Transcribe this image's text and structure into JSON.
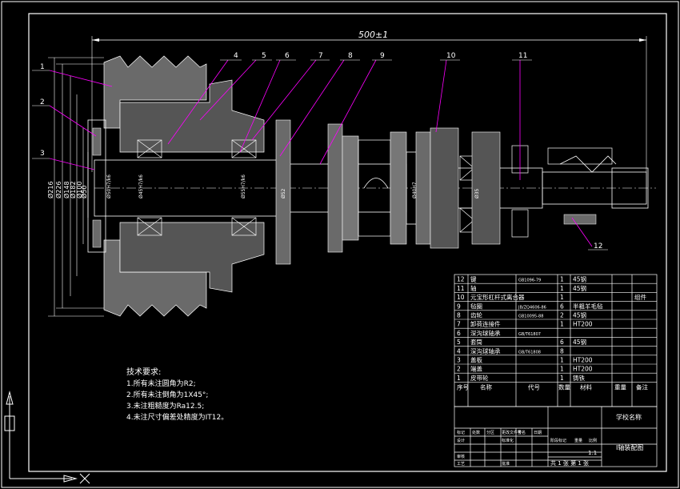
{
  "drawing": {
    "overall_dim": "500±1",
    "dia_labels": [
      "Ø216",
      "Ø226",
      "Ø148",
      "Ø182",
      "Ø100",
      "Ø50"
    ],
    "small_dims": [
      "Ø50H7/k6",
      "Ø45H7/k6",
      "Ø55H7/k6",
      "Ø52",
      "Ø35",
      "Ø40H7"
    ],
    "callouts": [
      "1",
      "2",
      "3",
      "4",
      "5",
      "6",
      "7",
      "8",
      "9",
      "10",
      "11",
      "12"
    ]
  },
  "notes": {
    "title": "技术要求:",
    "lines": [
      "1.所有未注圆角为R2;",
      "2.所有未注倒角为1X45°;",
      "3.未注粗糙度为Ra12.5;",
      "4.未注尺寸偏差处精度为IT12。"
    ]
  },
  "bom": {
    "rows": [
      {
        "no": "12",
        "name": "键",
        "code": "GB1096-79",
        "qty": "1",
        "mat": "45钢",
        "note": ""
      },
      {
        "no": "11",
        "name": "轴",
        "code": "",
        "qty": "1",
        "mat": "45钢",
        "note": ""
      },
      {
        "no": "10",
        "name": "元宝形杠杆式离合器",
        "code": "",
        "qty": "1",
        "mat": "",
        "note": "组件"
      },
      {
        "no": "9",
        "name": "毡圈",
        "code": "JB/ZQ4606-86",
        "qty": "6",
        "mat": "半粗羊毛毡",
        "note": ""
      },
      {
        "no": "8",
        "name": "齿轮",
        "code": "GB10095-88",
        "qty": "2",
        "mat": "45钢",
        "note": ""
      },
      {
        "no": "7",
        "name": "卸荷连接件",
        "code": "",
        "qty": "1",
        "mat": "HT200",
        "note": ""
      },
      {
        "no": "6",
        "name": "深沟球轴承",
        "code": "GB/T61807",
        "qty": "",
        "mat": "",
        "note": ""
      },
      {
        "no": "5",
        "name": "套筒",
        "code": "",
        "qty": "6",
        "mat": "45钢",
        "note": ""
      },
      {
        "no": "4",
        "name": "深沟球轴承",
        "code": "GB/T61808",
        "qty": "8",
        "mat": "",
        "note": ""
      },
      {
        "no": "3",
        "name": "盖板",
        "code": "",
        "qty": "1",
        "mat": "HT200",
        "note": ""
      },
      {
        "no": "2",
        "name": "端盖",
        "code": "",
        "qty": "1",
        "mat": "HT200",
        "note": ""
      },
      {
        "no": "1",
        "name": "皮带轮",
        "code": "",
        "qty": "1",
        "mat": "铸铁",
        "note": ""
      }
    ],
    "header": {
      "no": "序号",
      "name": "名称",
      "code": "代号",
      "qty": "数量",
      "mat": "材料",
      "weight": "重量",
      "note": "备注"
    }
  },
  "titleblock": {
    "school": "学校名称",
    "drawing_name": "I轴装配图",
    "scale": "1:1",
    "sheets": "共 1 张  第 1 张",
    "labels": [
      "标记",
      "处数",
      "分区",
      "更改文件号",
      "签名",
      "日期",
      "设计",
      "标准化",
      "阶段标记",
      "重量",
      "比例",
      "审核",
      "工艺",
      "批准"
    ]
  }
}
